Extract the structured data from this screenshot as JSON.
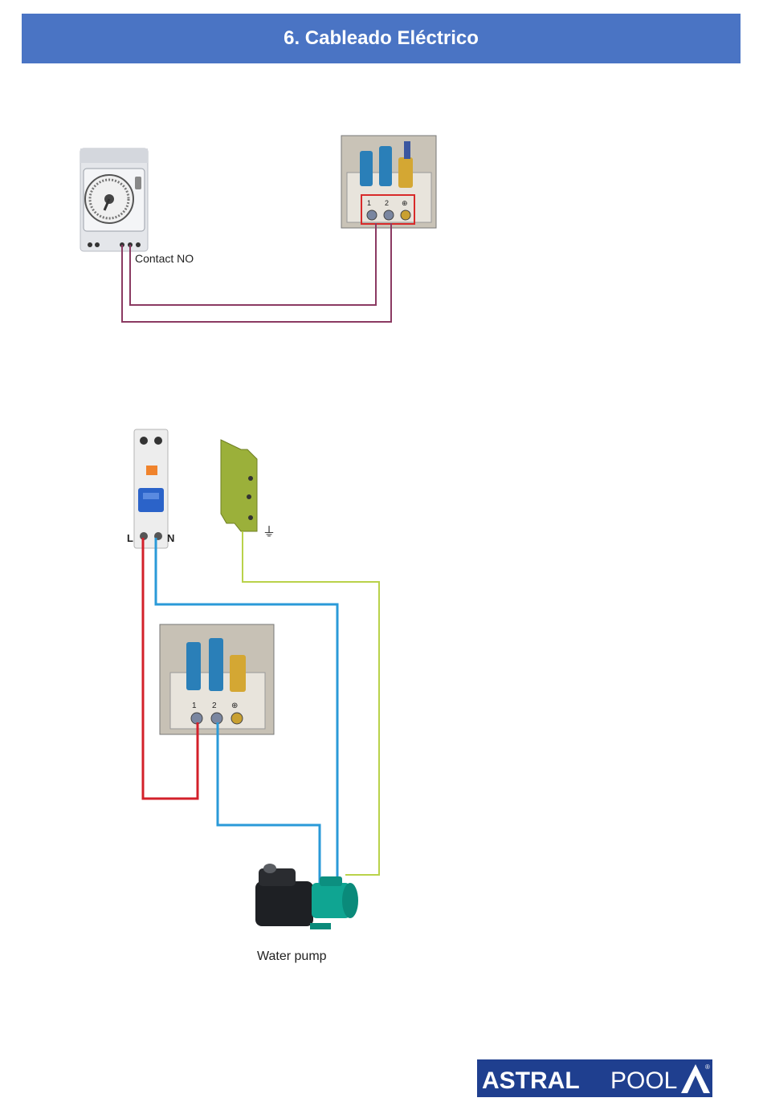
{
  "header": {
    "title": "6. Cableado Eléctrico"
  },
  "diagram1": {
    "timer_label": "Contact  NO",
    "terminals": [
      "1",
      "2",
      "⊕"
    ]
  },
  "diagram2": {
    "breaker_label_l": "L",
    "breaker_label_n": "N",
    "ground_symbol": "⏚",
    "terminals": [
      "1",
      "2",
      "⊕"
    ],
    "pump_label": "Water pump"
  },
  "footer": {
    "logo_text_bold": "ASTRAL",
    "logo_text_light": "POOL",
    "logo_registered": "®"
  },
  "colors": {
    "header_bg": "#4a74c4",
    "wire_control": "#8b3a62",
    "wire_live": "#d3202a",
    "wire_neutral": "#2a9ad8",
    "wire_earth": "#b9d24a",
    "logo_bg": "#1f3f8f"
  }
}
